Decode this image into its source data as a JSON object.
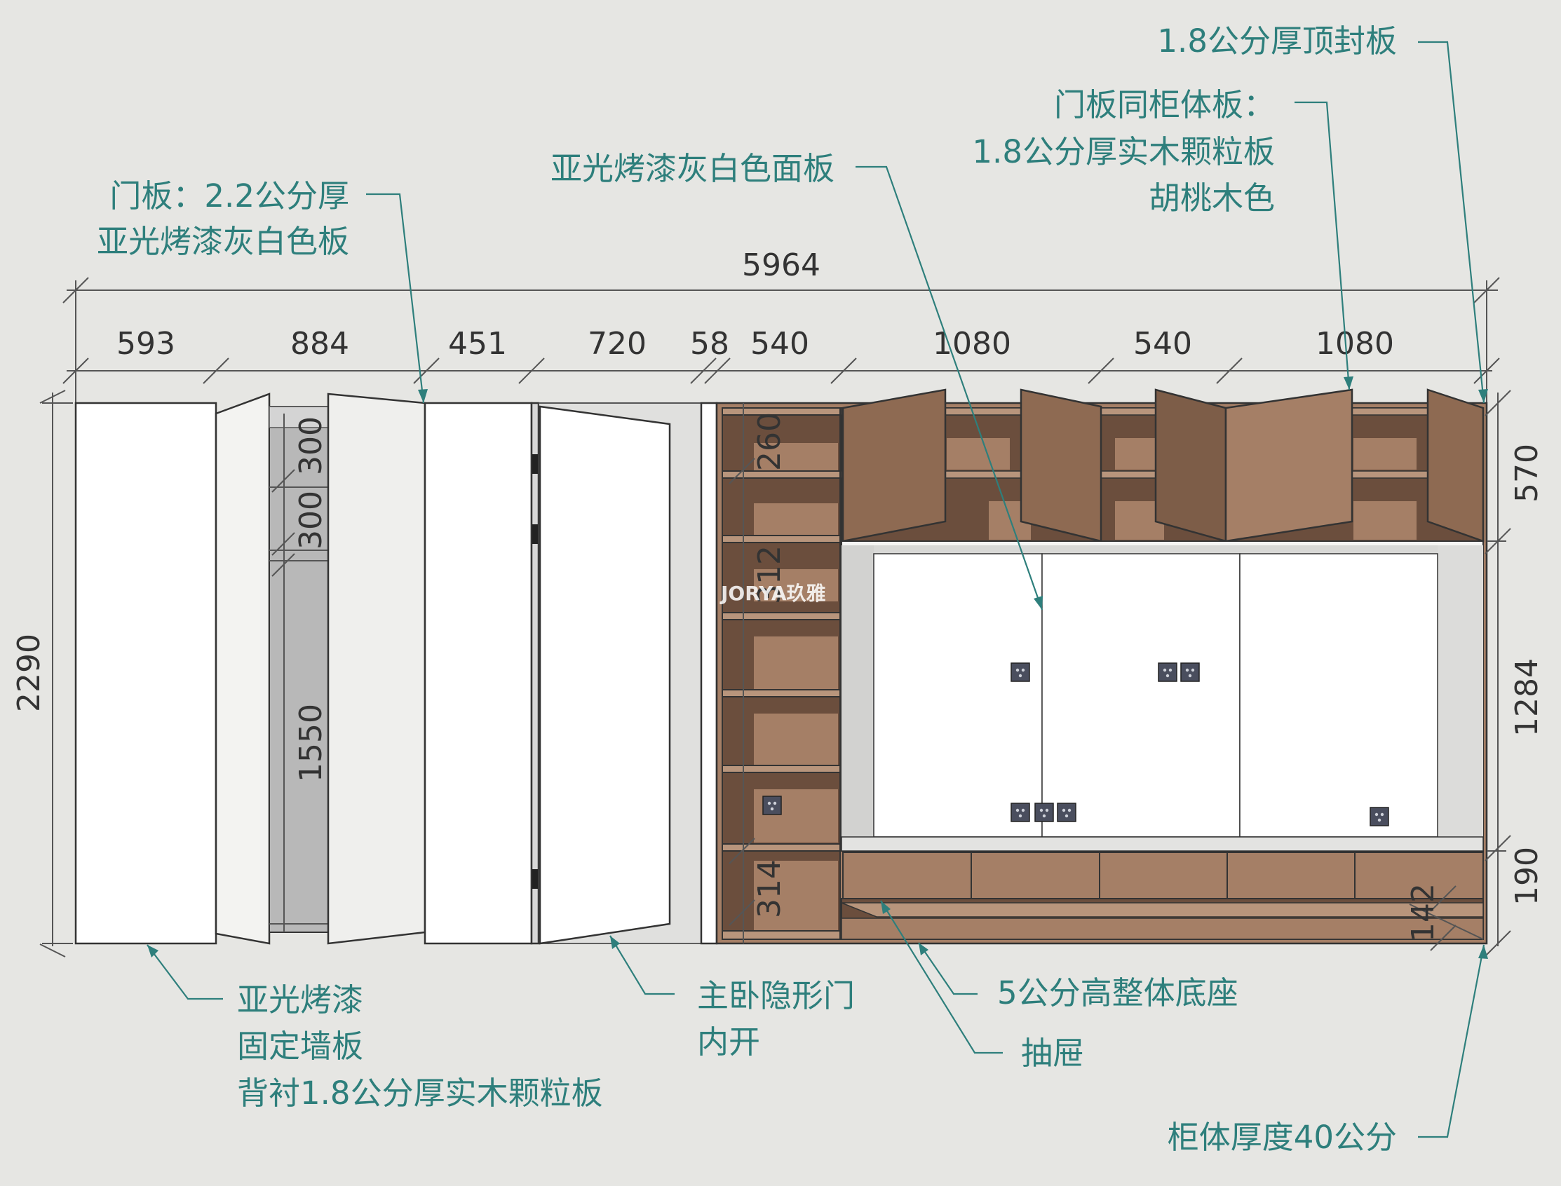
{
  "colors": {
    "background": "#e6e6e3",
    "annotation": "#2e7f7c",
    "walnut": "#a57f66",
    "walnut_dark": "#6b4e3d",
    "white_panel": "#ffffff"
  },
  "annotations": {
    "top_seal": "1.8公分厚顶封板",
    "door_same_line1": "门板同柜体板：",
    "door_same_line2": "1.8公分厚实木颗粒板",
    "door_same_line3": "胡桃木色",
    "panel": "亚光烤漆灰白色面板",
    "door_line1": "门板：2.2公分厚",
    "door_line2": "亚光烤漆灰白色板",
    "fixed_line1": "亚光烤漆",
    "fixed_line2": "固定墙板",
    "fixed_line3": "背衬1.8公分厚实木颗粒板",
    "hidden_line1": "主卧隐形门",
    "hidden_line2": "内开",
    "base": "5公分高整体底座",
    "drawer": "抽屉",
    "depth": "柜体厚度40公分"
  },
  "dimensions": {
    "total_width": "5964",
    "widths": [
      "593",
      "884",
      "451",
      "720",
      "58",
      "540",
      "1080",
      "540",
      "1080"
    ],
    "height_total": "2290",
    "left_heights": [
      "300",
      "300",
      "1550"
    ],
    "shelf_heights": [
      "260",
      "312",
      "314"
    ],
    "right_heights": [
      "570",
      "1284",
      "190"
    ],
    "base_height": "142"
  },
  "watermark": "JORYA玖雅"
}
